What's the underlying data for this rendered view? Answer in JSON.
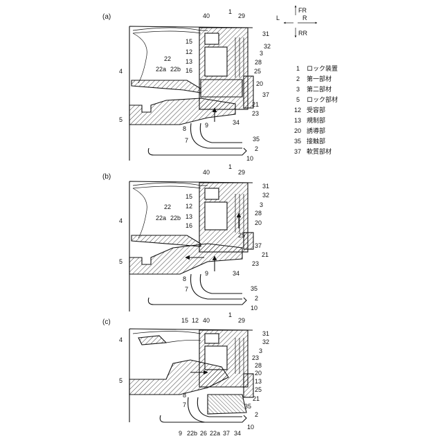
{
  "directions": {
    "fr": "FR",
    "rr": "RR",
    "l": "L",
    "r": "R"
  },
  "panels": [
    {
      "label": "(a)",
      "labels": {
        "n40": "40",
        "n1": "1",
        "n29": "29",
        "n31": "31",
        "n15": "15",
        "n32": "32",
        "n12": "12",
        "n3": "3",
        "n22": "22",
        "n22a": "22a",
        "n22b": "22b",
        "n13": "13",
        "n28": "28",
        "n4": "4",
        "n16": "16",
        "n25": "25",
        "n20": "20",
        "n37": "37",
        "n21": "21",
        "n5": "5",
        "n9": "9",
        "n23": "23",
        "n34": "34",
        "n8": "8",
        "n7": "7",
        "n35": "35",
        "n2": "2",
        "n10": "10"
      }
    },
    {
      "label": "(b)",
      "labels": {
        "n40": "40",
        "n1": "1",
        "n29": "29",
        "n31": "31",
        "n15": "15",
        "n32": "32",
        "n12": "12",
        "n3": "3",
        "n22": "22",
        "n22a": "22a",
        "n22b": "22b",
        "n28": "28",
        "n4": "4",
        "n13": "13",
        "n20": "20",
        "n16": "16",
        "n25": "25",
        "n37": "37",
        "n21": "21",
        "n5": "5",
        "n23": "23",
        "n9": "9",
        "n34": "34",
        "n8": "8",
        "n7": "7",
        "n35": "35",
        "n2": "2",
        "n10": "10"
      }
    },
    {
      "label": "(c)",
      "labels": {
        "n15": "15",
        "n12": "12",
        "n40": "40",
        "n1": "1",
        "n29": "29",
        "n31": "31",
        "n4": "4",
        "n32": "32",
        "n3": "3",
        "n23": "23",
        "n28": "28",
        "n5": "5",
        "n20": "20",
        "n13": "13",
        "n25": "25",
        "n8": "8",
        "n21": "21",
        "n7": "7",
        "n35": "35",
        "n2": "2",
        "n10": "10",
        "n9": "9",
        "n22b": "22b",
        "n26": "26",
        "n22a": "22a",
        "n37": "37",
        "n34": "34"
      }
    }
  ],
  "legend": [
    {
      "num": "1",
      "text": "ロック装置"
    },
    {
      "num": "2",
      "text": "第一部材"
    },
    {
      "num": "3",
      "text": "第二部材"
    },
    {
      "num": "5",
      "text": "ロック部材"
    },
    {
      "num": "12",
      "text": "受容部"
    },
    {
      "num": "13",
      "text": "規制部"
    },
    {
      "num": "20",
      "text": "誘導部"
    },
    {
      "num": "35",
      "text": "接触部"
    },
    {
      "num": "37",
      "text": "軟質部材"
    }
  ]
}
